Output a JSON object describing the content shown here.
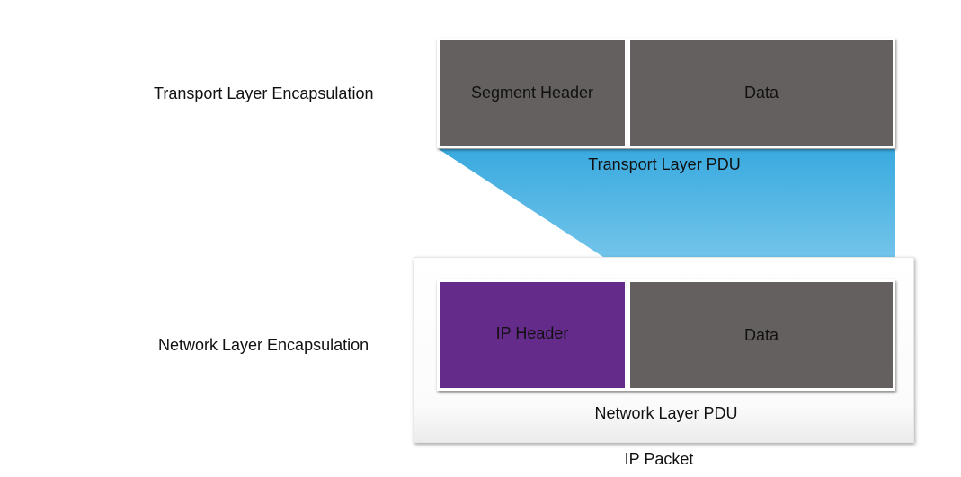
{
  "labels": {
    "transport_row": "Transport Layer Encapsulation",
    "network_row": "Network Layer Encapsulation"
  },
  "transport_pdu": {
    "header": "Segment Header",
    "data": "Data",
    "caption": "Transport Layer PDU"
  },
  "network_pdu": {
    "header": "IP Header",
    "data": "Data",
    "caption": "Network Layer PDU"
  },
  "packet_caption": "IP Packet",
  "colors": {
    "data_block": "#656060",
    "ip_header": "#652b8a",
    "funnel_top": "#3aaadf",
    "funnel_bottom": "#7cc9ec"
  }
}
